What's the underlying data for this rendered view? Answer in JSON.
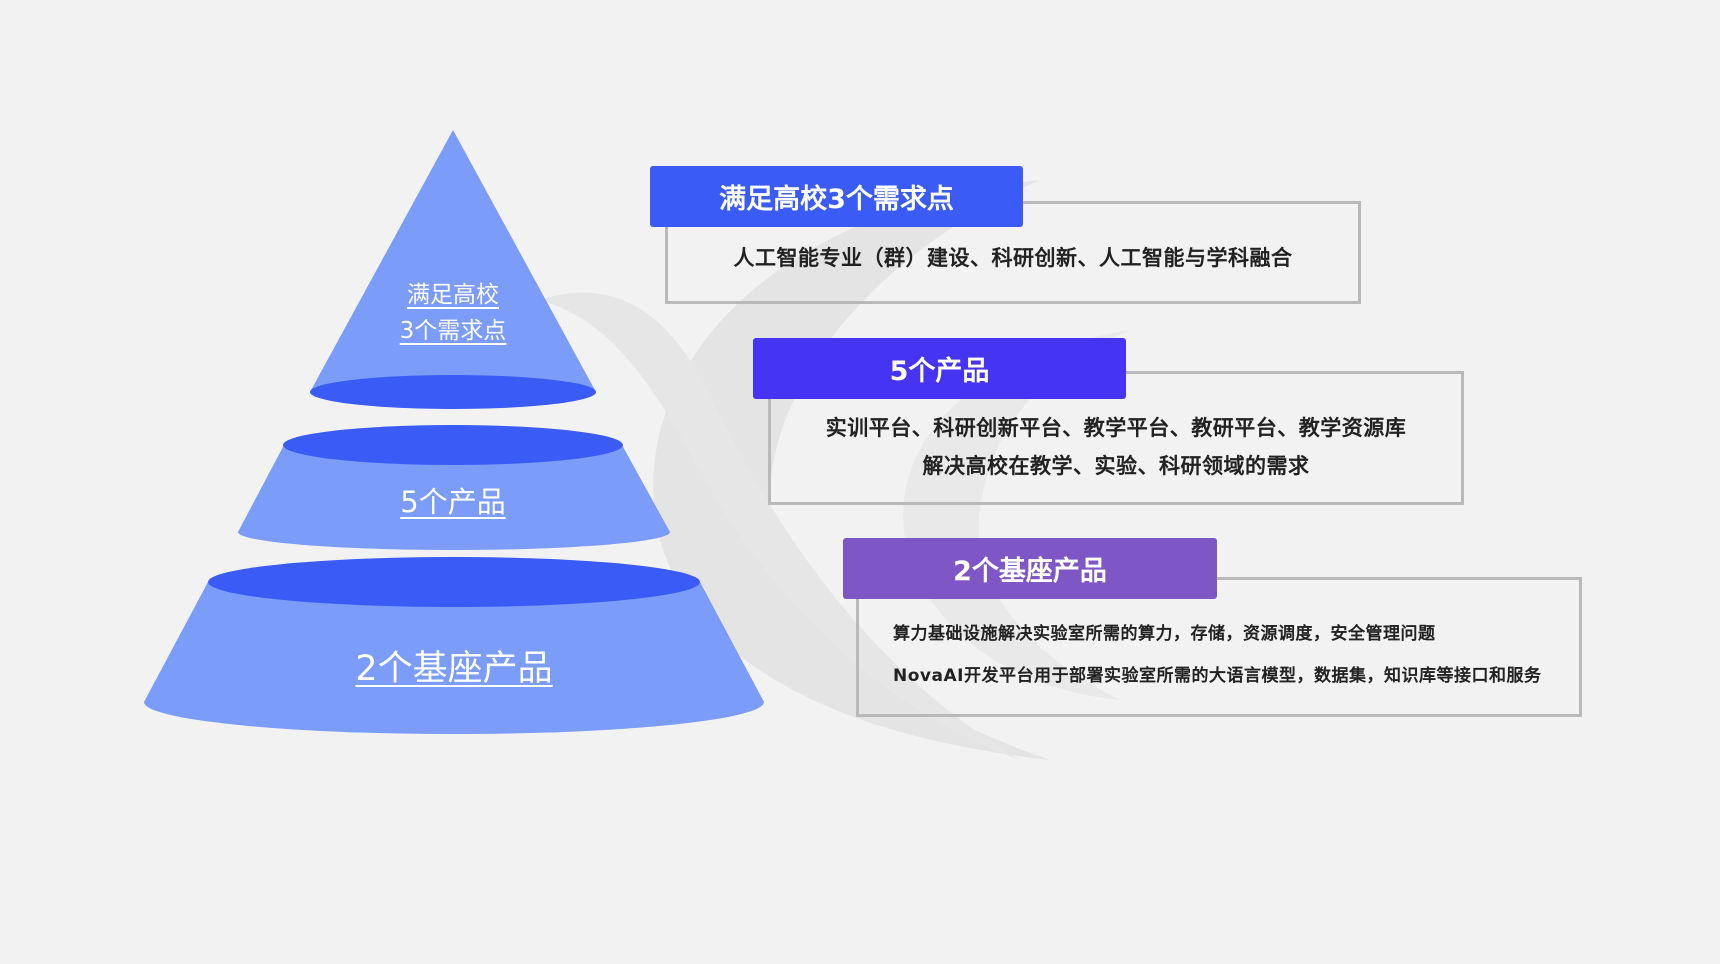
{
  "colors": {
    "pyramid_fill": "#7b9cf8",
    "pyramid_rim": "#3a5bf5",
    "tag1": "#3a5bf5",
    "tag2": "#4535f2",
    "tag3": "#7e56c6",
    "panel_border": "#b9b9b9",
    "watermark": "#e0e0e0"
  },
  "pyramid": {
    "top_line1": "满足高校",
    "top_line2": "3个需求点",
    "middle": "5个产品",
    "bottom": "2个基座产品"
  },
  "boxes": [
    {
      "title": "满足高校3个需求点",
      "lines": [
        "人工智能专业（群）建设、科研创新、人工智能与学科融合"
      ]
    },
    {
      "title": "5个产品",
      "lines": [
        "实训平台、科研创新平台、教学平台、教研平台、教学资源库",
        "解决高校在教学、实验、科研领域的需求"
      ]
    },
    {
      "title": "2个基座产品",
      "lines": [
        "算力基础设施解决实验室所需的算力，存储，资源调度，安全管理问题",
        "NovaAI开发平台用于部署实验室所需的大语言模型，数据集，知识库等接口和服务"
      ]
    }
  ]
}
